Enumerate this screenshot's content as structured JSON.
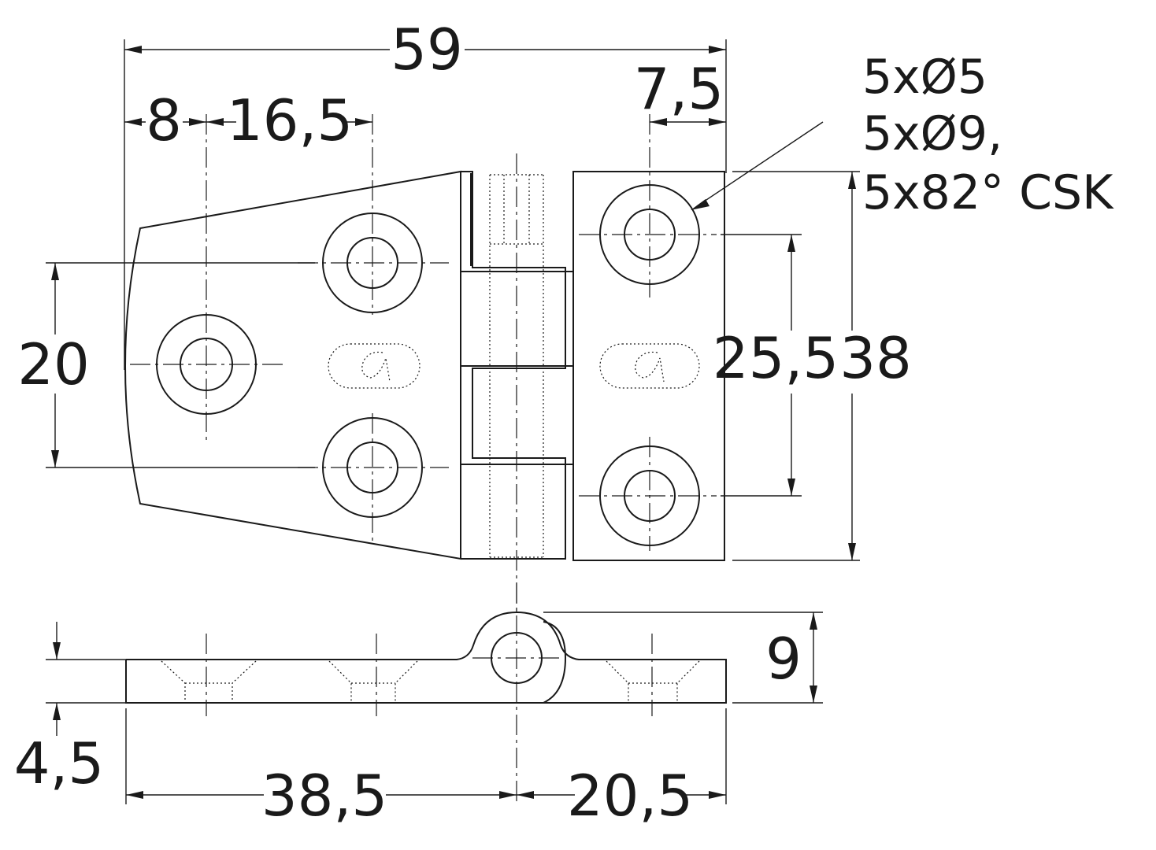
{
  "drawing": {
    "subject": "",
    "dimensions": {
      "overall_width": "59",
      "edge_to_hole": "8",
      "hole_spacing_left": "16,5",
      "edge_to_hole_right": "7,5",
      "hole_spacing_vertical_left": "20",
      "hole_spacing_vertical_right": "25,5",
      "overall_height": "38",
      "leaf_thickness": "4,5",
      "knuckle_height": "9",
      "left_to_pin": "38,5",
      "pin_to_right": "20,5"
    },
    "hole_note": {
      "line1": "5xØ5",
      "line2": "5xØ9,",
      "line3": "5x82° CSK"
    },
    "colors": {
      "ink": "#1a1a1a",
      "paper": "#ffffff"
    }
  }
}
